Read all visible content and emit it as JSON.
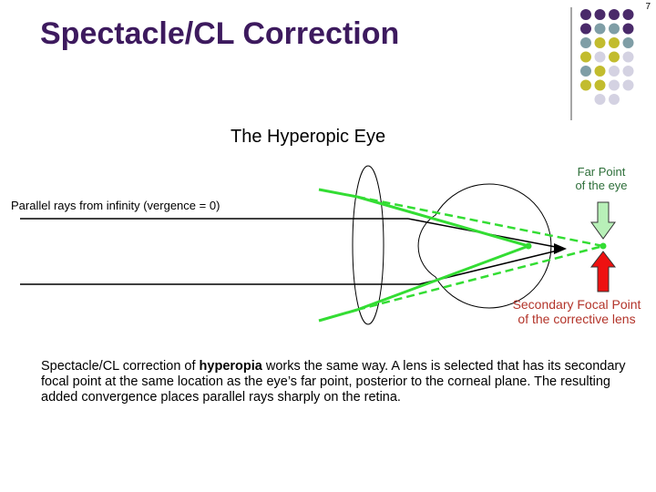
{
  "slide": {
    "number": "7",
    "title": "Spectacle/CL Correction",
    "subtitle": "The Hyperopic Eye"
  },
  "labels": {
    "parallel_rays": "Parallel rays from infinity (vergence = 0)",
    "far_point_line1": "Far Point",
    "far_point_line2": "of the eye",
    "focal_point_line1": "Secondary Focal Point",
    "focal_point_line2": "of the corrective lens"
  },
  "body": {
    "before_bold": "Spectacle/CL correction of ",
    "bold": "hyperopia",
    "after_bold": " works the same way. A lens is selected that has its secondary focal point at the same location as the eye’s far point, posterior to the corneal plane. The resulting added convergence places parallel rays sharply on the retina."
  },
  "colors": {
    "title": "#3d1a5e",
    "green_ray": "#33dd33",
    "far_point_arrow": "#b8f0b8",
    "focal_arrow": "#ee1111",
    "dot_purple": "#4a2a6a",
    "dot_teal": "#7f9ea6",
    "dot_olive": "#c2bc2e",
    "dot_lavender": "#d4d2e2"
  },
  "decor": {
    "dot_grid": [
      [
        "dot_purple",
        "dot_purple",
        "dot_purple",
        "dot_purple"
      ],
      [
        "dot_purple",
        "dot_teal",
        "dot_teal",
        "dot_purple"
      ],
      [
        "dot_teal",
        "dot_olive",
        "dot_olive",
        "dot_teal"
      ],
      [
        "dot_olive",
        "dot_lavender",
        "dot_olive",
        "dot_lavender"
      ],
      [
        "dot_teal",
        "dot_olive",
        "dot_lavender",
        "dot_lavender"
      ],
      [
        "dot_olive",
        "dot_olive",
        "dot_lavender",
        "dot_lavender"
      ],
      [
        "",
        "dot_lavender",
        "dot_lavender",
        ""
      ]
    ]
  }
}
